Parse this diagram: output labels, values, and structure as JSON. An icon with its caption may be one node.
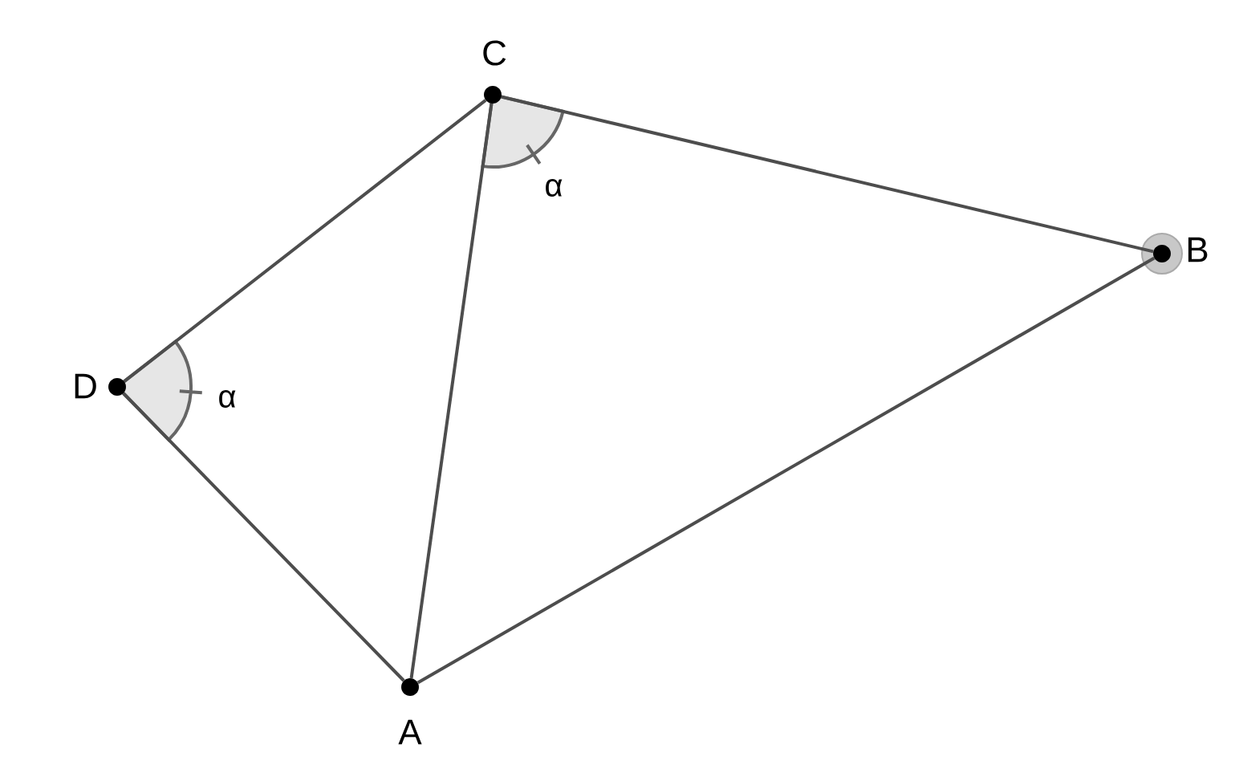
{
  "diagram": {
    "nodes": [
      {
        "text": [
          "C"
        ]
      },
      {
        "text": [
          "B"
        ]
      },
      {
        "text": [
          "D"
        ]
      },
      {
        "text": [
          "A"
        ]
      }
    ],
    "edges": [
      {
        "from": 2,
        "to": 0,
        "arrow": "none"
      },
      {
        "from": 0,
        "to": 1,
        "arrow": "none"
      },
      {
        "from": 0,
        "to": 3,
        "arrow": "none"
      },
      {
        "from": 2,
        "to": 3,
        "arrow": "none"
      },
      {
        "from": 3,
        "to": 1,
        "arrow": "none"
      }
    ],
    "labels": [
      "α",
      "α"
    ]
  }
}
